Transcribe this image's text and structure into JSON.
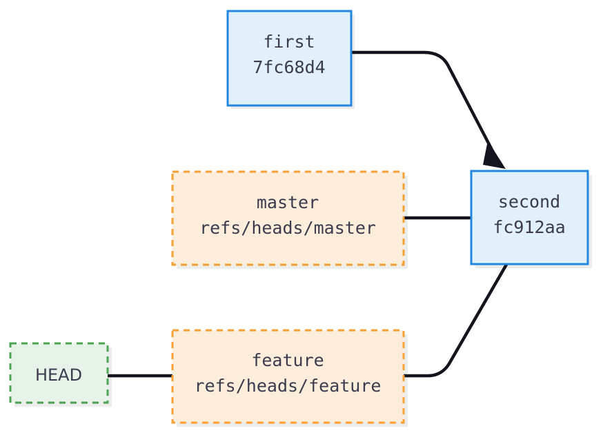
{
  "diagram": {
    "type": "git-object-graph",
    "background_color": "#ffffff",
    "palette": {
      "commit_fill": "#e1f0fb",
      "commit_stroke": "#2387e0",
      "ref_fill": "#fdeddb",
      "ref_stroke": "#f8a033",
      "head_fill": "#e7f3e8",
      "head_stroke": "#4ba552",
      "edge_color": "#14141e",
      "text_color": "#3b3b4f",
      "shadow_color": "#ececec"
    },
    "nodes": {
      "first": {
        "kind": "commit",
        "line1": "first",
        "line2": "7fc68d4",
        "style": "solid-blue"
      },
      "second": {
        "kind": "commit",
        "line1": "second",
        "line2": "fc912aa",
        "style": "solid-blue"
      },
      "master": {
        "kind": "ref",
        "line1": "master",
        "line2": "refs/heads/master",
        "style": "dashed-orange"
      },
      "feature": {
        "kind": "ref",
        "line1": "feature",
        "line2": "refs/heads/feature",
        "style": "dashed-orange"
      },
      "head": {
        "kind": "symbolic-ref",
        "line1": "HEAD",
        "style": "dashed-green"
      }
    },
    "edges": [
      {
        "from": "first",
        "to": "second",
        "arrow": true
      },
      {
        "from": "master",
        "to": "second",
        "arrow": false
      },
      {
        "from": "feature",
        "to": "second",
        "arrow": false
      },
      {
        "from": "head",
        "to": "feature",
        "arrow": false
      }
    ]
  }
}
